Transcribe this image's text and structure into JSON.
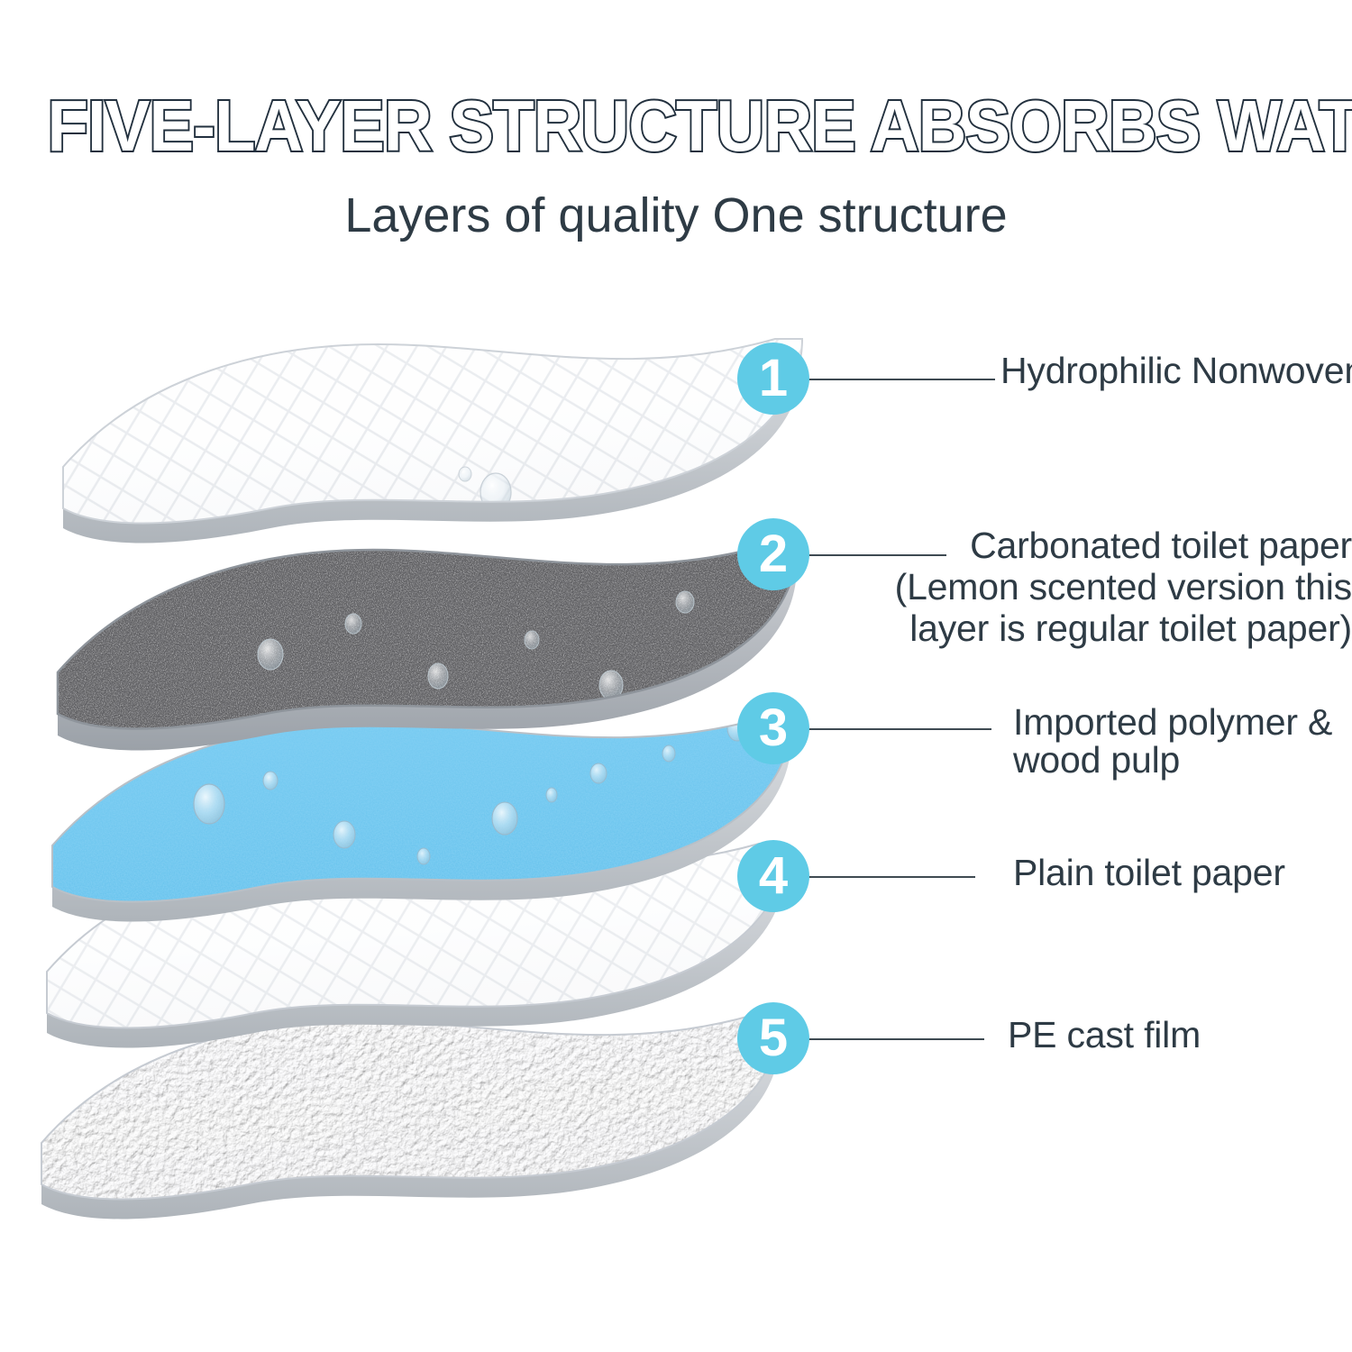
{
  "header": {
    "title": "FIVE-LAYER STRUCTURE ABSORBS WATER INSTANTLY",
    "subtitle": "Layers of quality One structure"
  },
  "colors": {
    "badge": "#5FCBE6",
    "title_outline": "#22303E",
    "text": "#2E3B45",
    "leader": "#3E4A52",
    "layer1": "#FFFFFF",
    "layer2": "#2B2B2B",
    "layer3": "#5BC0EE",
    "layer4": "#FFFFFF",
    "layer5": "#F2F2F6"
  },
  "callouts": [
    {
      "number": "1",
      "icon": "number-badge-icon",
      "lines": [
        "Hydrophilic Nonwoven"
      ],
      "align": "left"
    },
    {
      "number": "2",
      "icon": "number-badge-icon",
      "lines": [
        "Carbonated toilet paper",
        "(Lemon scented version this",
        "layer is regular toilet paper)"
      ],
      "align": "right"
    },
    {
      "number": "3",
      "icon": "number-badge-icon",
      "lines": [
        "Imported polymer &",
        " wood pulp"
      ],
      "align": "left"
    },
    {
      "number": "4",
      "icon": "number-badge-icon",
      "lines": [
        "Plain toilet paper"
      ],
      "align": "left"
    },
    {
      "number": "5",
      "icon": "number-badge-icon",
      "lines": [
        "PE cast film"
      ],
      "align": "left"
    }
  ],
  "layers": [
    {
      "id": "layer-1",
      "name": "hydrophilic-nonwoven-sheet",
      "texture": "diamond-quilt",
      "color": "#FFFFFF"
    },
    {
      "id": "layer-2",
      "name": "carbonated-toilet-paper-sheet",
      "texture": "carbon-granules",
      "color": "#2B2B2B"
    },
    {
      "id": "layer-3",
      "name": "polymer-wood-pulp-sheet",
      "texture": "blue-granules",
      "color": "#5BC0EE"
    },
    {
      "id": "layer-4",
      "name": "plain-toilet-paper-sheet",
      "texture": "diamond-quilt",
      "color": "#FFFFFF"
    },
    {
      "id": "layer-5",
      "name": "pe-cast-film-sheet",
      "texture": "foam-pebble",
      "color": "#F2F2F6"
    }
  ]
}
